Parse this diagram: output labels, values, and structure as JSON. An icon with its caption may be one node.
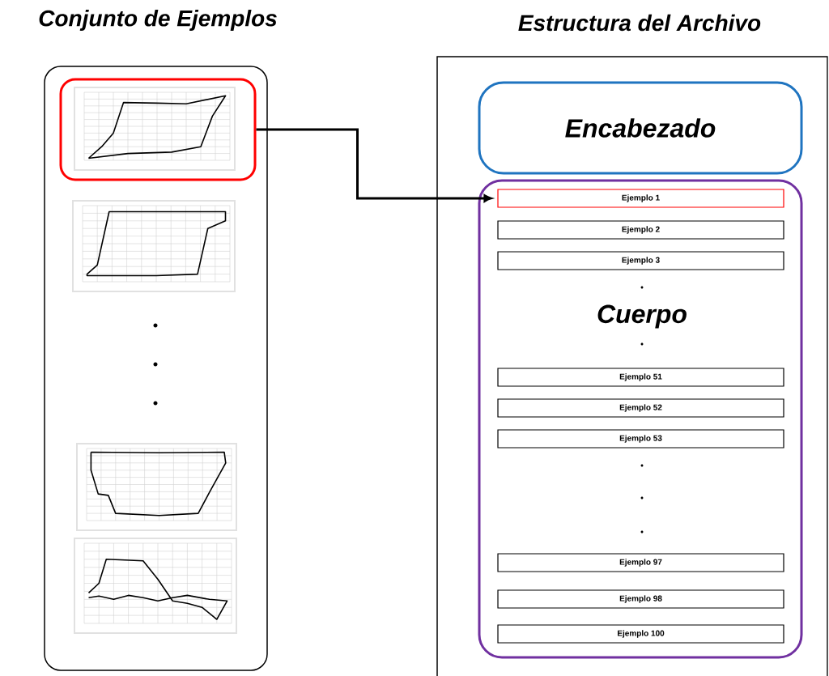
{
  "diagram": {
    "nodes": [
      {
        "text": [
          "Conjunto de Ejemplos"
        ]
      },
      {
        "text": [],
        "shape": "box",
        "in": 0
      },
      {
        "text": [],
        "shape": "picture",
        "in": 1
      },
      {
        "text": [],
        "shape": "picture",
        "in": 0
      },
      {
        "text": [],
        "shape": "picture",
        "in": 0
      },
      {
        "text": [],
        "shape": "picture",
        "in": 0
      },
      {
        "text": [
          "Estructura del Archivo"
        ]
      },
      {
        "text": [
          "Encabezado"
        ],
        "in": 6
      },
      {
        "text": [
          "Cuerpo"
        ],
        "in": 6
      },
      {
        "text": [
          "Ejemplo 1"
        ],
        "in": 8
      },
      {
        "text": [
          "Ejemplo 2"
        ],
        "in": 8
      },
      {
        "text": [
          "Ejemplo 3"
        ],
        "in": 8
      },
      {
        "text": [
          "Ejemplo 51"
        ],
        "in": 8
      },
      {
        "text": [
          "Ejemplo 52"
        ],
        "in": 8
      },
      {
        "text": [
          "Ejemplo 53"
        ],
        "in": 8
      },
      {
        "text": [
          "Ejemplo 97"
        ],
        "in": 8
      },
      {
        "text": [
          "Ejemplo 98"
        ],
        "in": 8
      },
      {
        "text": [
          "Ejemplo 100"
        ],
        "in": 8
      }
    ],
    "edges": [
      {
        "from": 1,
        "to": 9,
        "arrow": "to"
      }
    ]
  }
}
